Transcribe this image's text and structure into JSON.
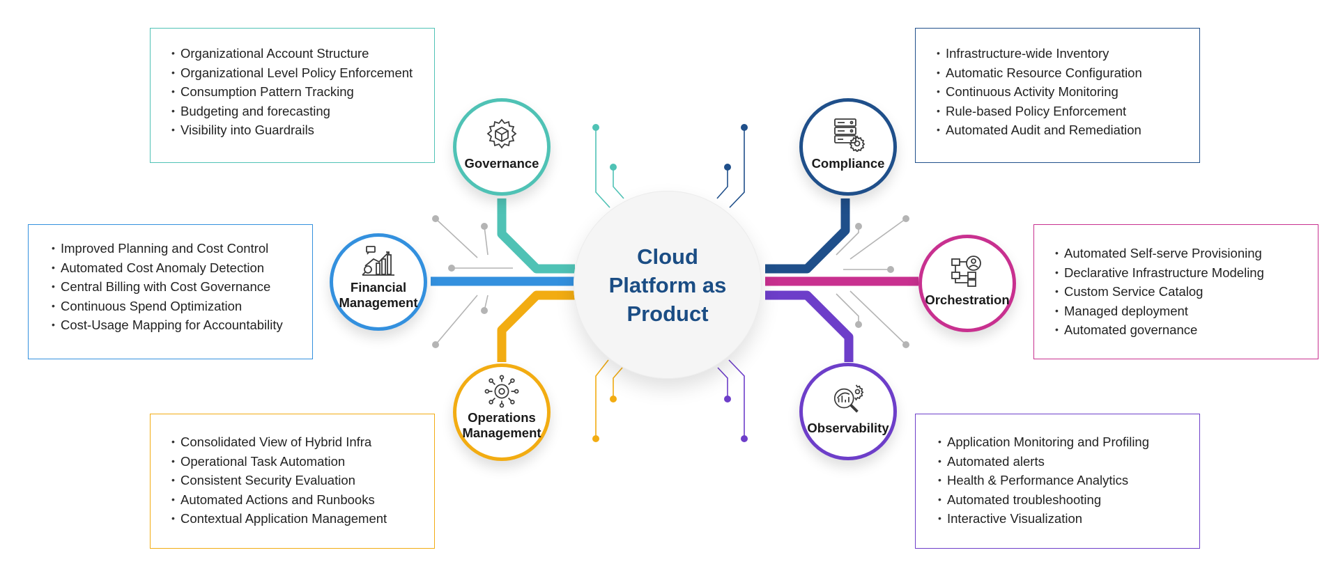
{
  "diagram": {
    "title": "Cloud Platform as Product",
    "colors": {
      "teal": "#4fc2b5",
      "blue": "#3390de",
      "gold": "#f2ac12",
      "navy": "#1f4f8a",
      "magenta": "#c8308f",
      "purple": "#6d3ec9",
      "gray": "#b4b4b4",
      "title": "#1b4d84"
    },
    "nodes": [
      {
        "id": "governance",
        "label": "Governance",
        "icon": "gear-cube-icon",
        "color": "#4fc2b5",
        "items": [
          "Organizational Account Structure",
          "Organizational Level Policy Enforcement",
          "Consumption Pattern Tracking",
          "Budgeting and forecasting",
          "Visibility into Guardrails"
        ]
      },
      {
        "id": "financial",
        "label": "Financial\nManagement",
        "icon": "bar-chart-magnifier-icon",
        "color": "#3390de",
        "items": [
          "Improved Planning and Cost Control",
          "Automated Cost Anomaly Detection",
          "Central Billing with Cost Governance",
          "Continuous Spend Optimization",
          "Cost-Usage Mapping for Accountability"
        ]
      },
      {
        "id": "operations",
        "label": "Operations\nManagement",
        "icon": "gear-network-icon",
        "color": "#f2ac12",
        "items": [
          "Consolidated View of Hybrid Infra",
          "Operational Task Automation",
          "Consistent Security Evaluation",
          "Automated Actions and Runbooks",
          "Contextual Application Management"
        ]
      },
      {
        "id": "compliance",
        "label": "Compliance",
        "icon": "server-gear-icon",
        "color": "#1f4f8a",
        "items": [
          "Infrastructure-wide Inventory",
          "Automatic Resource Configuration",
          "Continuous Activity Monitoring",
          "Rule-based Policy Enforcement",
          "Automated Audit and Remediation"
        ]
      },
      {
        "id": "orchestration",
        "label": "Orchestration",
        "icon": "flow-user-icon",
        "color": "#c8308f",
        "items": [
          "Automated Self-serve Provisioning",
          "Declarative Infrastructure Modeling",
          "Custom Service Catalog",
          "Managed deployment",
          "Automated governance"
        ]
      },
      {
        "id": "observability",
        "label": "Observability",
        "icon": "magnifier-chart-gear-icon",
        "color": "#6d3ec9",
        "items": [
          "Application Monitoring and Profiling",
          "Automated alerts",
          "Health & Performance Analytics",
          "Automated troubleshooting",
          "Interactive Visualization"
        ]
      }
    ]
  }
}
